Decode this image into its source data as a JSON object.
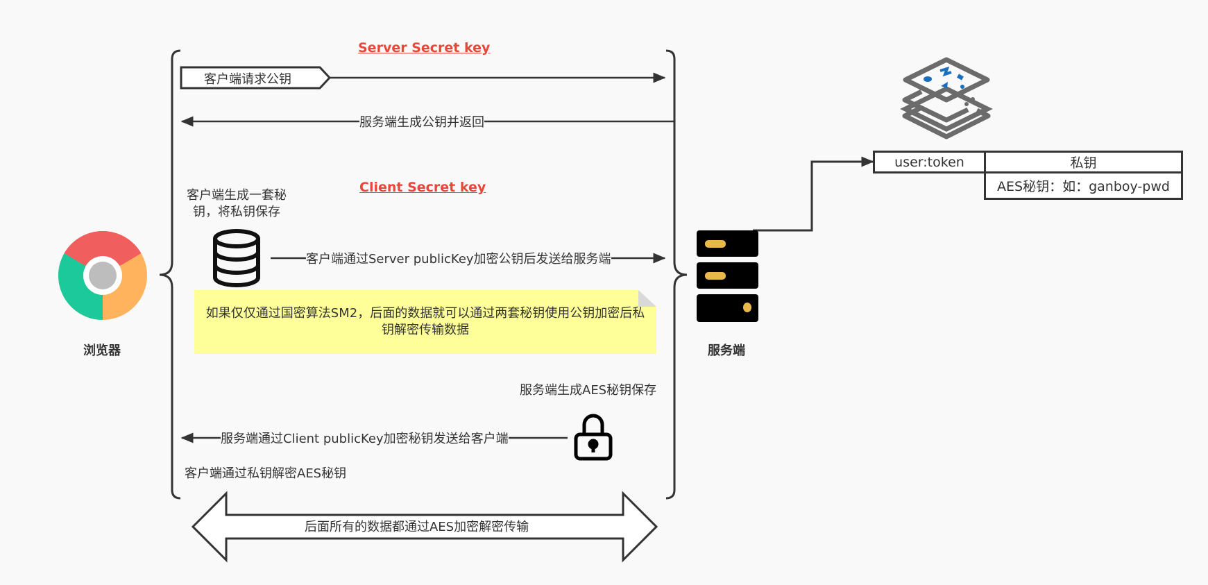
{
  "diagram": {
    "titles": {
      "server_secret_key": "Server Secret key",
      "client_secret_key": "Client Secret key"
    },
    "nodes": {
      "browser": "浏览器",
      "server": "服务端"
    },
    "steps": {
      "client_request_pubkey": "客户端请求公钥",
      "server_generate_return": "服务端生成公钥并返回",
      "client_generate_keys": "客户端生成一套秘钥，将私钥保存",
      "client_encrypt_send": "客户端通过Server publicKey加密公钥后发送给服务端",
      "server_generate_aes": "服务端生成AES秘钥保存",
      "server_encrypt_send": "服务端通过Client publicKey加密秘钥发送给客户端",
      "client_decrypt_aes": "客户端通过私钥解密AES秘钥",
      "all_data_aes": "后面所有的数据都通过AES加密解密传输"
    },
    "note": "如果仅仅通过国密算法SM2，后面的数据就可以通过两套秘钥使用公钥加密后私钥解密传输数据",
    "store": {
      "key_cell": "user:token",
      "value_cell": "私钥",
      "value_cell_2": "AES秘钥：如：ganboy-pwd"
    },
    "colors": {
      "title_red": "#e8473a",
      "note_yellow": "#ffff99",
      "line": "#333333",
      "server_body": "#000000",
      "server_light": "#e8b84a",
      "chrome_red": "#f15e5e",
      "chrome_green": "#1bc99b",
      "chrome_yellow": "#ffb35c",
      "chrome_center": "#bdbdbd",
      "database_stack": "#6b6b6b",
      "database_accent": "#1a6ebd"
    },
    "icons": [
      "chrome-browser-icon",
      "server-icon",
      "database-icon",
      "lock-icon",
      "layers-storage-icon"
    ]
  }
}
